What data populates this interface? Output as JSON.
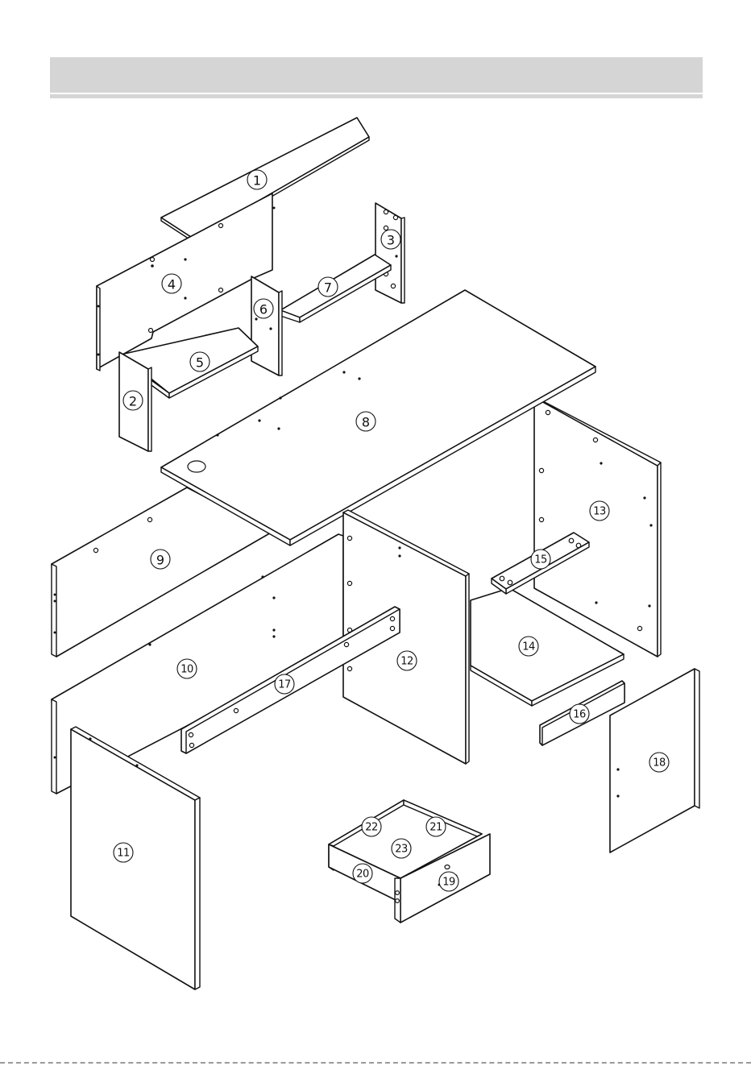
{
  "header": {
    "title": "",
    "bar_color": "#d5d5d5"
  },
  "diagram": {
    "kind": "exploded-assembly",
    "callouts": [
      {
        "id": "part-1",
        "label": "1"
      },
      {
        "id": "part-2",
        "label": "2"
      },
      {
        "id": "part-3",
        "label": "3"
      },
      {
        "id": "part-4",
        "label": "4"
      },
      {
        "id": "part-5",
        "label": "5"
      },
      {
        "id": "part-6",
        "label": "6"
      },
      {
        "id": "part-7",
        "label": "7"
      },
      {
        "id": "part-8",
        "label": "8"
      },
      {
        "id": "part-9",
        "label": "9"
      },
      {
        "id": "part-10",
        "label": "10"
      },
      {
        "id": "part-11",
        "label": "11"
      },
      {
        "id": "part-12",
        "label": "12"
      },
      {
        "id": "part-13",
        "label": "13"
      },
      {
        "id": "part-14",
        "label": "14"
      },
      {
        "id": "part-15",
        "label": "15"
      },
      {
        "id": "part-16",
        "label": "16"
      },
      {
        "id": "part-17",
        "label": "17"
      },
      {
        "id": "part-18",
        "label": "18"
      },
      {
        "id": "part-19",
        "label": "19"
      },
      {
        "id": "part-20",
        "label": "20"
      },
      {
        "id": "part-21",
        "label": "21"
      },
      {
        "id": "part-22",
        "label": "22"
      },
      {
        "id": "part-23",
        "label": "23"
      }
    ],
    "line_color": "#111111"
  }
}
